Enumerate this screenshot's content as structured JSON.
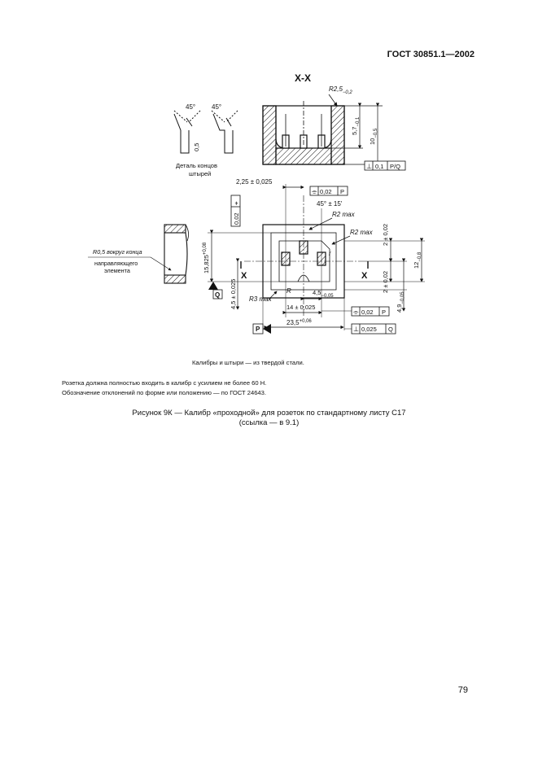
{
  "header": {
    "standard": "ГОСТ 30851.1—2002"
  },
  "drawing": {
    "section_title": "X-X",
    "detail_caption_1": "Деталь концов",
    "detail_caption_2": "штырей",
    "angle_1": "45°",
    "angle_2": "45°",
    "dim_pin_tip": "0,5",
    "r_top": "R2,5",
    "r_top_tol": "−0,2",
    "dim_5_7": "5,7",
    "dim_5_7_tol": "−0,1",
    "dim_10": "10",
    "dim_10_tol": "−0,5",
    "gtol_frame_1": [
      "⊥",
      "0,1",
      "P/Q"
    ],
    "dim_2_25": "2,25 ± 0,025",
    "gtol_frame_2": [
      "⌯",
      "0,02",
      "P"
    ],
    "angle_45_15": "45° ± 15'",
    "r2max_1": "R2 max",
    "r2max_2": "R2 max",
    "r_small": "r",
    "r_small_2": "R",
    "gtol_pos": [
      "⌖",
      "0,02"
    ],
    "r05_label": "R0,5 вокруг конца",
    "r05_label_2": "направляющего",
    "r05_label_3": "элемента",
    "dim_15_825": "15,825",
    "dim_15_825_tol": "+0,08",
    "dim_4_5": "4,5 ± 0,025",
    "label_q": "Q",
    "label_x_left": "X",
    "label_x_right": "X",
    "r3max": "R3 max",
    "dim_4_5_b": "4,5",
    "dim_4_5_b_tol": "−0,05",
    "dim_14": "14 ± 0,025",
    "gtol_frame_3": [
      "⌯",
      "0,02",
      "P"
    ],
    "dim_23_5": "23,5",
    "dim_23_5_tol": "+0,06",
    "label_p": "P",
    "gtol_frame_4": [
      "⊥",
      "0,025",
      "Q"
    ],
    "dim_2_a": "2 ± 0,02",
    "dim_2_b": "2 ± 0,02",
    "dim_12": "12",
    "dim_12_tol": "−0,8",
    "dim_4_9": "4,9",
    "dim_4_9_tol": "−0,05"
  },
  "notes": {
    "material": "Калибры и штыри — из твердой стали.",
    "note_1": "Розетка должна полностью входить в калибр с усилием не более 60 Н.",
    "note_2": "Обозначение отклонений по форме или положению — по ГОСТ 24643."
  },
  "caption": {
    "line1": "Рисунок 9К — Калибр «проходной» для розеток по стандартному листу С17",
    "line2": "(ссылка — в 9.1)"
  },
  "page_number": "79"
}
